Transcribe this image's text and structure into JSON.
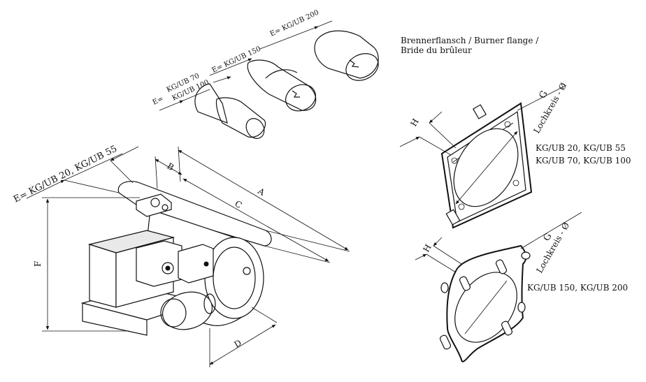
{
  "flange_caption": {
    "line1": "Brennerflansch / Burner flange /",
    "line2": "Bride du brûleur"
  },
  "tubes": {
    "small_prefix": "E=",
    "small_model_a": "KG/UB 70",
    "small_model_b": "KG/UB 100",
    "mid_label": "E=   KG/UB 150",
    "large_label": "E= KG/UB 200"
  },
  "burner": {
    "e_label": "E= KG/UB 20, KG/UB 55",
    "dim_a": "A",
    "dim_b": "B",
    "dim_c": "C",
    "dim_d": "D",
    "dim_f": "F"
  },
  "flange_top": {
    "dim_h": "H",
    "dim_g": "G",
    "bolt_circle": "Lochkreis - Ø",
    "models_line1": "KG/UB 20, KG/UB 55",
    "models_line2": "KG/UB 70, KG/UB 100"
  },
  "flange_bottom": {
    "dim_h": "H",
    "dim_g": "G",
    "bolt_circle": "Lochkreis - Ø",
    "models": "KG/UB 150, KG/UB 200"
  }
}
